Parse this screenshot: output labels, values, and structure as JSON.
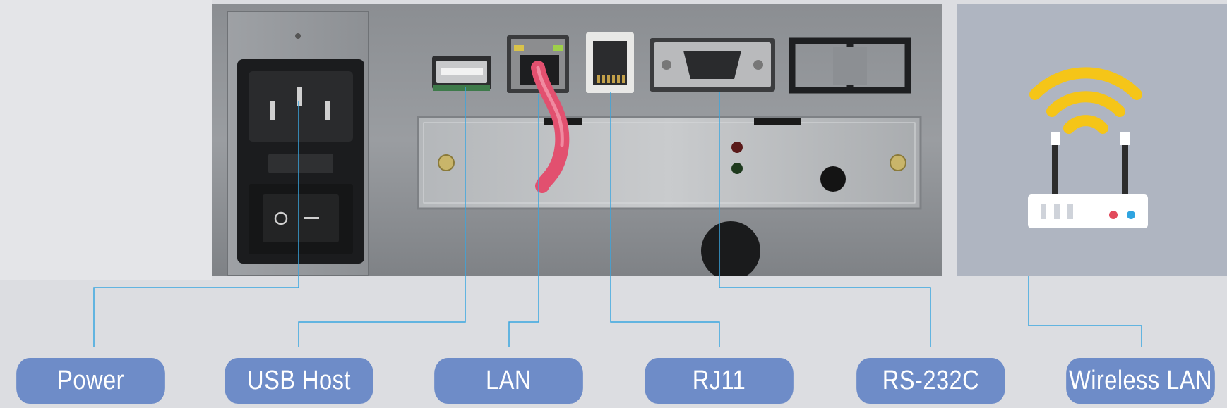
{
  "labels": {
    "power": "Power",
    "usb_host": "USB Host",
    "lan": "LAN",
    "rj11": "RJ11",
    "rs232c": "RS-232C",
    "wireless_lan": "Wireless LAN"
  },
  "colors": {
    "label_fill": "#6e8cc8",
    "label_text": "#ffffff",
    "leader_line": "#3aa6df",
    "background": "#dcdde1",
    "wifi_panel": "#afb5c1",
    "wifi_arcs": "#f5c518",
    "cable": "#e2506f"
  },
  "icons": [
    "power-inlet-icon",
    "usb-port-icon",
    "ethernet-port-icon",
    "rj11-port-icon",
    "db9-serial-port-icon",
    "wireless-router-icon"
  ]
}
